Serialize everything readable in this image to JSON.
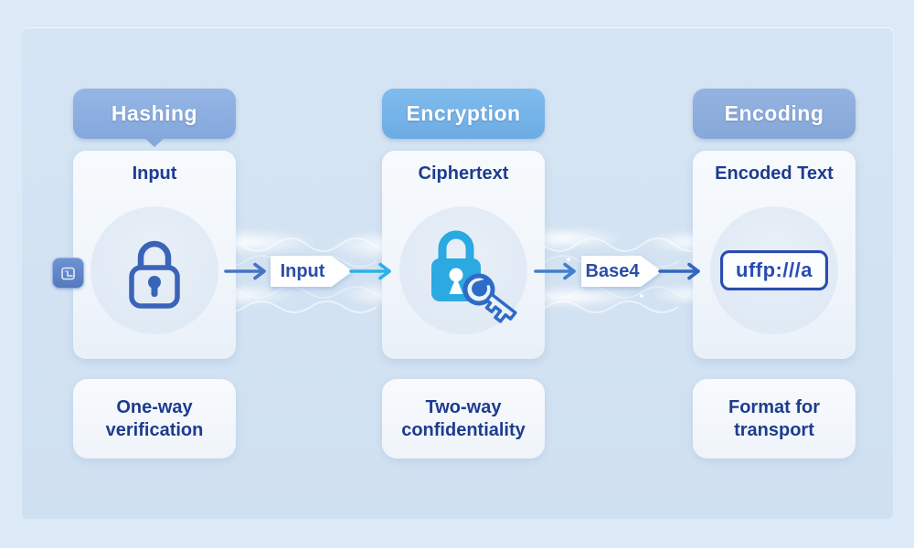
{
  "columns": [
    {
      "header": "Hashing",
      "card_title": "Input",
      "icon": "lock-outline-icon",
      "bottom_line1": "One-way",
      "bottom_line2": "verification"
    },
    {
      "header": "Encryption",
      "card_title": "Ciphertext",
      "icon": "lock-with-key-icon",
      "bottom_line1": "Two-way",
      "bottom_line2": "confidentiality"
    },
    {
      "header": "Encoding",
      "card_title": "Encoded Text",
      "icon": "url-box-icon",
      "url_text": "uffp:///a",
      "bottom_line1": "Format for",
      "bottom_line2": "transport"
    }
  ],
  "flow_labels": [
    {
      "label": "Input"
    },
    {
      "label": "Base4"
    }
  ],
  "left_badge_icon": "document-icon",
  "colors": {
    "outer_background": "#dce9f6",
    "panel_background": "#d3e2f2",
    "card_background": "#f3f7fb",
    "circle_background": "#dfe9f4",
    "text_primary": "#1e3c8e",
    "pill_text": "#ffffff",
    "pill_hashing": "#8caede",
    "pill_encryption": "#74b2e8",
    "pill_encoding": "#8cade0",
    "arrow_dark_blue": "#4673c5",
    "arrow_cyan": "#2cb2e6",
    "arrow_mid_blue": "#4080cc",
    "arrow_deep_blue": "#3366c2",
    "lock_outline": "#3a64b8",
    "lock_filled": "#2ba9e1",
    "key_outline": "#2e6bc6",
    "url_box_border": "#2a4cb0",
    "banner_text": "#2a4da8"
  }
}
